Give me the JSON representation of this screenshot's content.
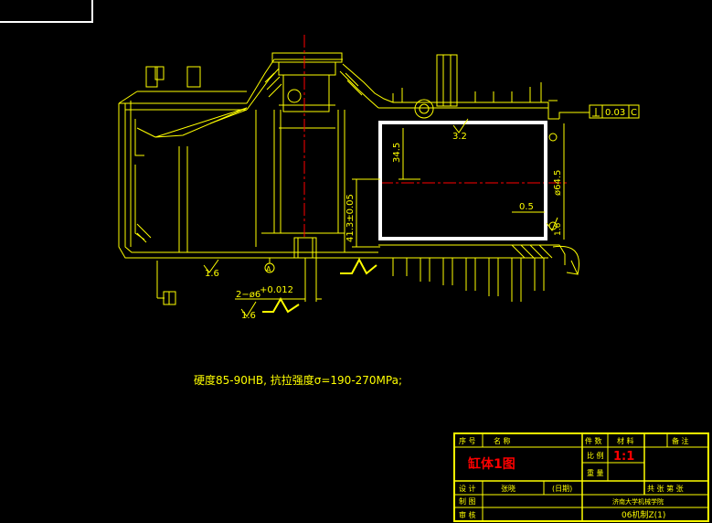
{
  "colors": {
    "background": "#000000",
    "drawing": "#ffff00",
    "centerline": "#ff0000",
    "highlight": "#ffffff",
    "title_red": "#ff0000"
  },
  "annotations": {
    "flatness": "0.03",
    "flatness_datum": "C",
    "roughness_top": "3.2",
    "dim_height": "34.5",
    "dim_diameter": "ø64.5",
    "dim_offset": "0.5",
    "dim_depth": "41.3±0.05",
    "roughness_right": "1.6",
    "roughness_base": "1.6",
    "datum_a": "A",
    "hole_spec": "2−ø6",
    "hole_tol": "+0.012",
    "roughness_hole": "1.6"
  },
  "note": "硬度85-90HB, 抗拉强度σ=190-270MPa;",
  "title_block": {
    "h_seq": "序 号",
    "h_name": "名    称",
    "h_qty": "件 数",
    "h_mat": "材   料",
    "h_note": "备 注",
    "part_name": "缸体1图",
    "scale_label": "比 例",
    "scale_value": "1:1",
    "weight_label": "重 量",
    "design_label": "设 计",
    "design_name": "张晓",
    "date": "(日期)",
    "sheet_info": "共 张  第 张",
    "drawn_label": "制 图",
    "check_label": "审 核",
    "school": "济南大学机械学院",
    "drawing_no": "06机制Z(1)"
  }
}
